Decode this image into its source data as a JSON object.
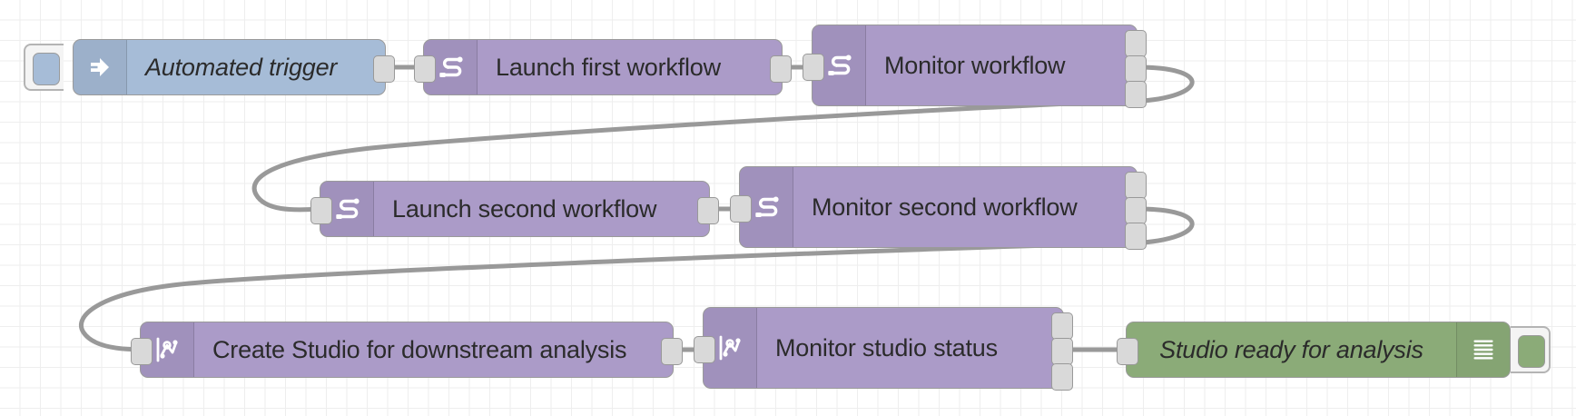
{
  "app": {
    "name": "node-red-flow-editor",
    "canvas_background": "#ffffff",
    "grid_color": "#e3e3e3"
  },
  "palette": {
    "trigger_color": "#a6bcd7",
    "action_color": "#ab9bc8",
    "output_color": "#8bab78",
    "wire_color": "#999999",
    "port_color": "#d9d9d9"
  },
  "nodes": [
    {
      "id": "automated-trigger",
      "label": "Automated trigger",
      "color": "blue",
      "italic": true,
      "icon": "arrow-right-icon",
      "inputs": 0,
      "outputs": 1,
      "has_left_button": true
    },
    {
      "id": "launch-first-workflow",
      "label": "Launch first workflow",
      "color": "purple",
      "italic": false,
      "icon": "switch-route-icon",
      "inputs": 1,
      "outputs": 1,
      "has_left_button": false
    },
    {
      "id": "monitor-workflow",
      "label": "Monitor workflow",
      "color": "purple",
      "italic": false,
      "icon": "switch-route-icon",
      "inputs": 1,
      "outputs": 3,
      "has_left_button": false
    },
    {
      "id": "launch-second-workflow",
      "label": "Launch second workflow",
      "color": "purple",
      "italic": false,
      "icon": "switch-route-icon",
      "inputs": 1,
      "outputs": 1,
      "has_left_button": false
    },
    {
      "id": "monitor-second-workflow",
      "label": "Monitor second workflow",
      "color": "purple",
      "italic": false,
      "icon": "switch-route-icon",
      "inputs": 1,
      "outputs": 3,
      "has_left_button": false
    },
    {
      "id": "create-studio-for-downstream-analysis",
      "label": "Create Studio for downstream analysis",
      "color": "purple",
      "italic": false,
      "icon": "graph-node-icon",
      "inputs": 1,
      "outputs": 1,
      "has_left_button": false
    },
    {
      "id": "monitor-studio-status",
      "label": "Monitor studio status",
      "color": "purple",
      "italic": false,
      "icon": "graph-node-icon",
      "inputs": 1,
      "outputs": 3,
      "has_left_button": false
    },
    {
      "id": "studio-ready-for-analysis",
      "label": "Studio ready for analysis",
      "color": "green",
      "italic": true,
      "icon": "debug-list-icon",
      "inputs": 1,
      "outputs": 0,
      "has_right_button": true
    }
  ],
  "wires": [
    {
      "from": "automated-trigger",
      "to": "launch-first-workflow"
    },
    {
      "from": "launch-first-workflow",
      "to": "monitor-workflow"
    },
    {
      "from": "monitor-workflow",
      "to": "launch-second-workflow"
    },
    {
      "from": "launch-second-workflow",
      "to": "monitor-second-workflow"
    },
    {
      "from": "monitor-second-workflow",
      "to": "create-studio-for-downstream-analysis"
    },
    {
      "from": "create-studio-for-downstream-analysis",
      "to": "monitor-studio-status"
    },
    {
      "from": "monitor-studio-status",
      "to": "studio-ready-for-analysis"
    }
  ]
}
